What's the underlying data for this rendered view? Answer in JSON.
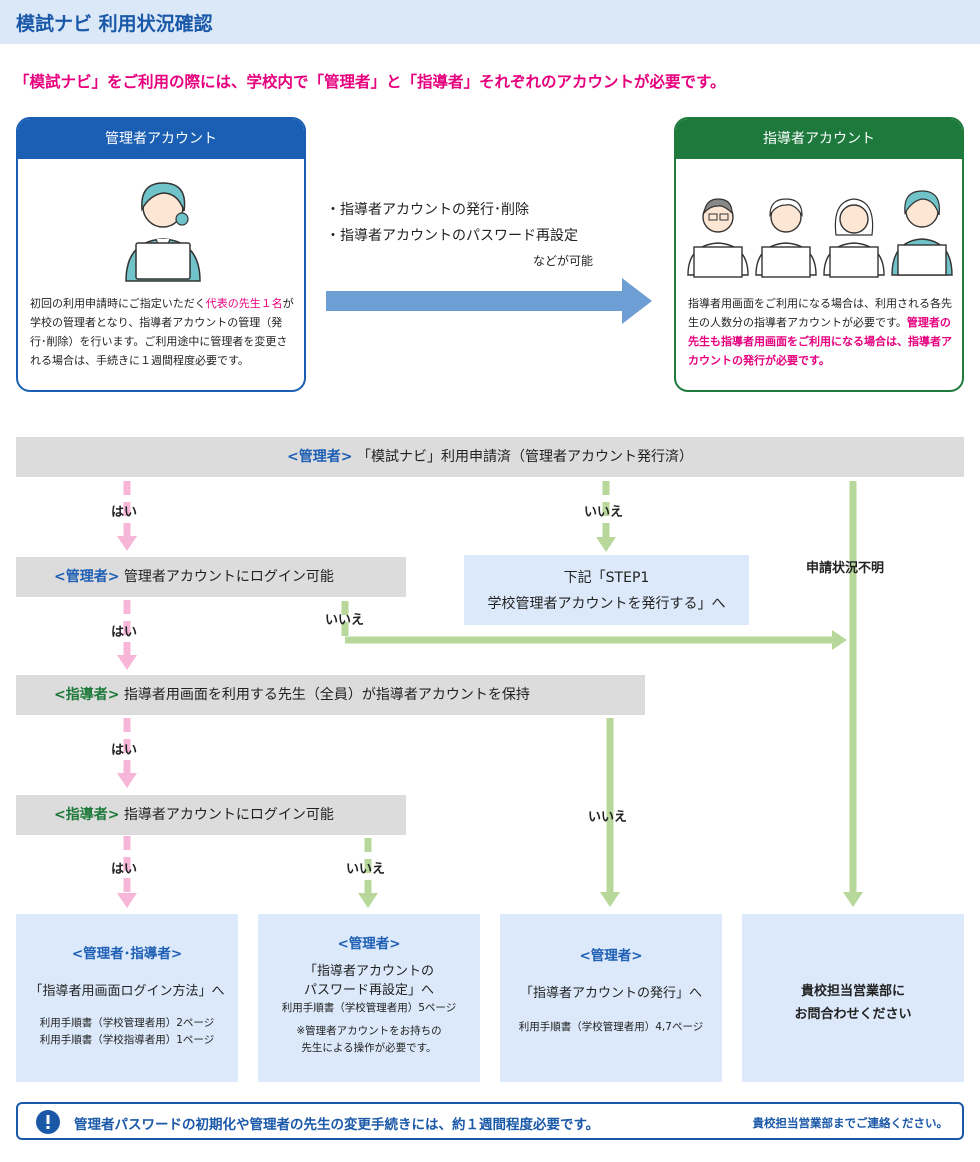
{
  "page_title": "模試ナビ 利用状況確認",
  "intro": "「模試ナビ」をご利用の際には、学校内で「管理者」と「指導者」それぞれのアカウントが必要です。",
  "admin_card": {
    "title": "管理者アカウント",
    "text_a": "初回の利用申請時にご指定いただく",
    "text_highlight": "代表の先生１名",
    "text_b": "が学校の管理者となり、指導者アカウントの管理（発行･削除）を行います。ご利用途中に管理者を変更される場合は、手続きに１週間程度必要です。"
  },
  "middle": {
    "line1": "・指導者アカウントの発行･削除",
    "line2": "・指導者アカウントのパスワード再設定",
    "line3": "などが可能"
  },
  "teacher_card": {
    "title": "指導者アカウント",
    "text_normal": "指導者用画面をご利用になる場合は、利用される各先生の人数分の指導者アカウントが必要です。",
    "text_highlight": "管理者の先生も指導者用画面をご利用になる場合は、指導者アカウントの発行が必要です。"
  },
  "flow": {
    "q1": {
      "role": "<管理者>",
      "text": "「模試ナビ」利用申請済（管理者アカウント発行済）"
    },
    "q2": {
      "role": "<管理者>",
      "text": "管理者アカウントにログイン可能"
    },
    "q3": {
      "role": "<指導者>",
      "text": "指導者用画面を利用する先生（全員）が指導者アカウントを保持"
    },
    "q4": {
      "role": "<指導者>",
      "text": "指導者アカウントにログイン可能"
    },
    "yes": "はい",
    "no": "いいえ",
    "unknown": "申請状況不明",
    "step_line1": "下記「STEP1",
    "step_line2": "学校管理者アカウントを発行する」へ"
  },
  "results": [
    {
      "title": "<管理者･指導者>",
      "main": "「指導者用画面ログイン方法」へ",
      "sub1": "利用手順書（学校管理者用）2ページ",
      "sub2": "利用手順書（学校指導者用）1ページ"
    },
    {
      "title": "<管理者>",
      "main1": "「指導者アカウントの",
      "main2": "パスワード再設定」へ",
      "sub1": "利用手順書（学校管理者用）5ページ",
      "sub2": "※管理者アカウントをお持ちの",
      "sub3": "先生による操作が必要です。"
    },
    {
      "title": "<管理者>",
      "main": "「指導者アカウントの発行」へ",
      "sub1": "利用手順書（学校管理者用）4,7ページ"
    },
    {
      "main1": "貴校担当営業部に",
      "main2": "お問合わせください"
    }
  ],
  "footer": {
    "main": "管理者パスワードの初期化や管理者の先生の変更手続きには、約１週間程度必要です。",
    "right": "貴校担当営業部までご連絡ください。"
  },
  "colors": {
    "admin_blue": "#1a5fb4",
    "teacher_green": "#1d7a3c",
    "highlight_pink": "#e6007e",
    "yes_arrow": "#f7b6d8",
    "no_arrow": "#b7d89a"
  }
}
